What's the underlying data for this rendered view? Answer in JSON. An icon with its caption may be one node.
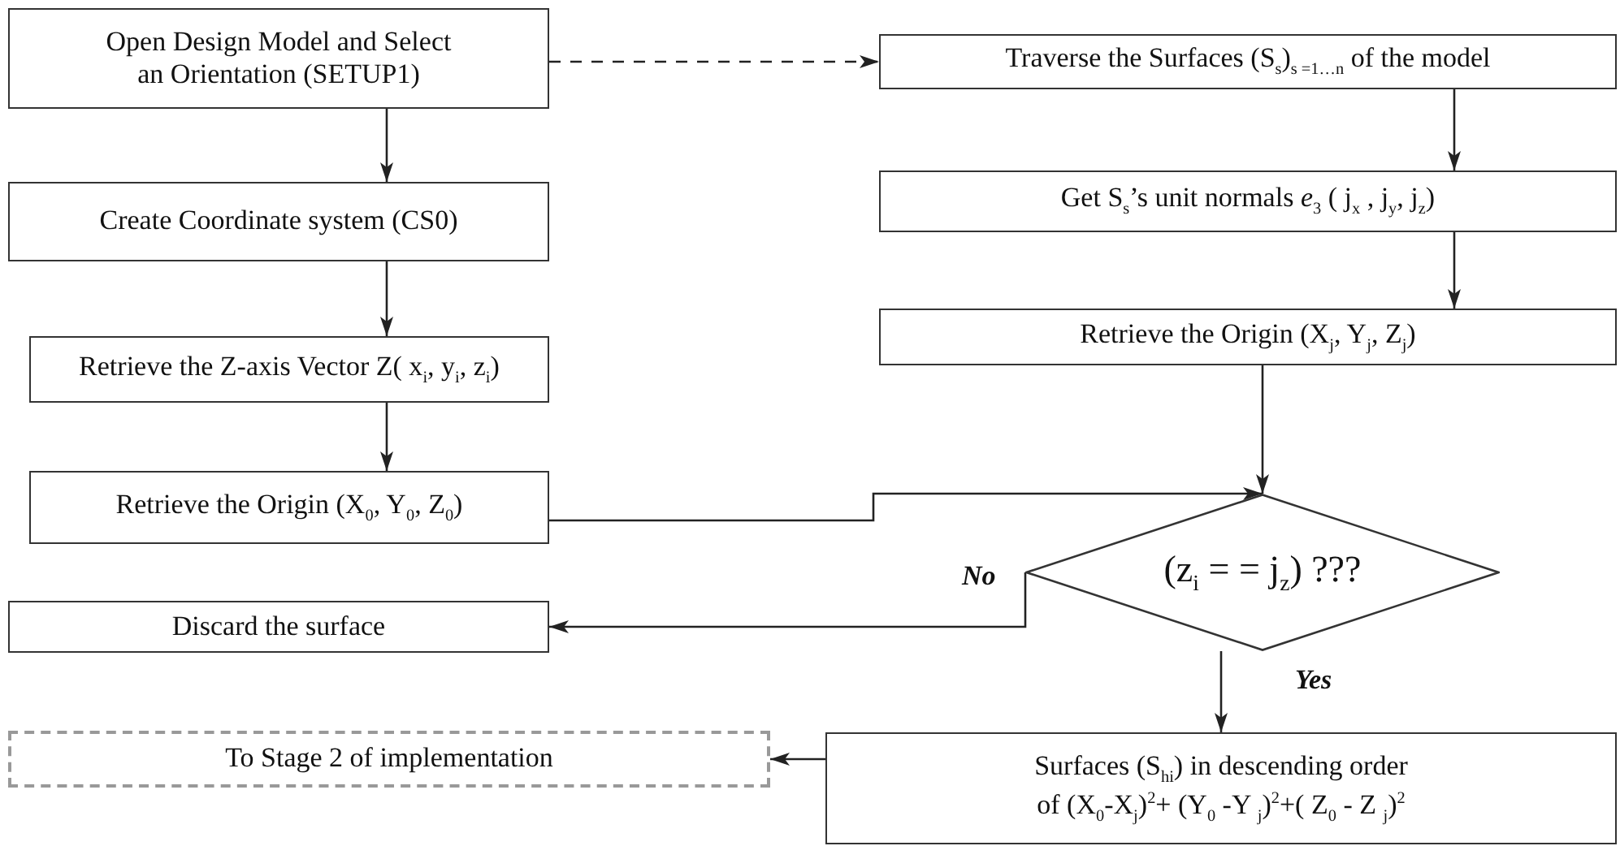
{
  "diagram": {
    "nodes": [
      {
        "text": [
          "Open Design Model and Select an Orientation (SETUP1)"
        ]
      },
      {
        "text": [
          "Create  Coordinate system (CS0)"
        ]
      },
      {
        "text": [
          "Retrieve the Z-axis Vector Z( x$_{i}$, y$_{i}$, z$_{i}$)"
        ]
      },
      {
        "text": [
          "Retrieve the Origin (X$_{0}$, Y$_{0}$, Z$_{0}$)"
        ]
      },
      {
        "text": [
          "Discard the surface"
        ]
      },
      {
        "text": [
          "To Stage 2 of implementation"
        ]
      },
      {
        "text": [
          "Traverse the Surfaces (S$_{s}$)$_{s =1…n}$ of the model"
        ]
      },
      {
        "text": [
          "Get S$_{s}$’s unit normals *e*$_{3}$ ( j$_{x}$ , j$_{y}$, j$_{z}$)"
        ]
      },
      {
        "text": [
          "Retrieve the Origin (X$_{j}$, Y$_{j}$, Z$_{j}$)"
        ]
      },
      {
        "text": [
          "(z$_{i}$ = = j$_{z}$) ???"
        ]
      },
      {
        "text": [
          "Surfaces (S$_{hi}$) in descending order of (X$_{0}$-X$_{j}$)$^{2}$+ (Y$_{0}$ -Y $_{j}$)$^{2}$+( Z$_{0}$ - Z $_{j}$)$^{2}$"
        ]
      }
    ],
    "edges": [
      {
        "from": 0,
        "to": 6,
        "arrow": "to",
        "style": "dashed"
      },
      {
        "from": 0,
        "to": 1,
        "arrow": "to"
      },
      {
        "from": 1,
        "to": 2,
        "arrow": "to"
      },
      {
        "from": 2,
        "to": 3,
        "arrow": "to"
      },
      {
        "from": 3,
        "to": 9,
        "arrow": "to"
      },
      {
        "from": 6,
        "to": 7,
        "arrow": "to"
      },
      {
        "from": 7,
        "to": 8,
        "arrow": "to"
      },
      {
        "from": 8,
        "to": 9,
        "arrow": "to"
      },
      {
        "from": 9,
        "to": 4,
        "arrow": "to",
        "label": "No"
      },
      {
        "from": 9,
        "to": 10,
        "arrow": "to",
        "label": "Yes"
      },
      {
        "from": 10,
        "to": 5,
        "arrow": "to"
      }
    ]
  }
}
